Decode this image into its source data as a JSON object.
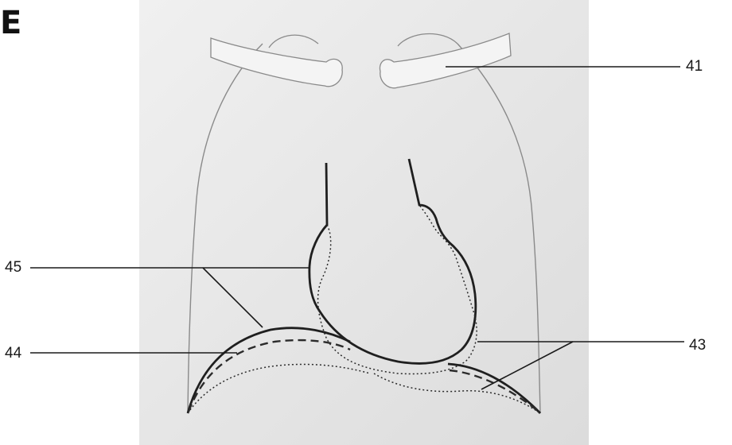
{
  "figure": {
    "panel_letter": "E",
    "labels": {
      "l41": "41",
      "l45": "45",
      "l44": "44",
      "l43": "43"
    }
  },
  "colors": {
    "paper": "#e9e9e9",
    "ink": "#2b2b2b",
    "outline": "#8a8a8a"
  }
}
